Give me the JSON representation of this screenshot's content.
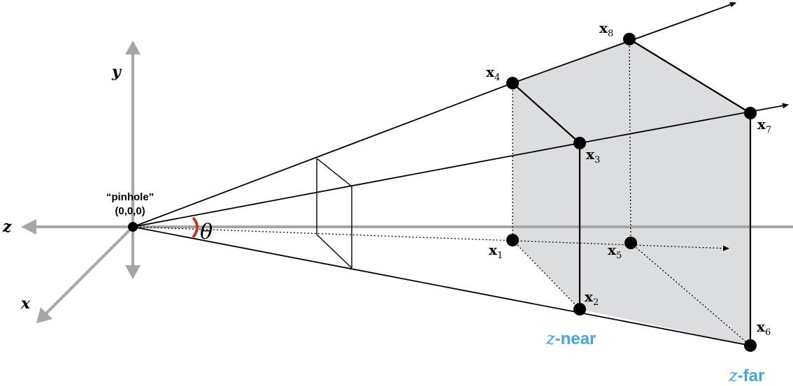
{
  "axes": {
    "x_label": "x",
    "y_label": "y",
    "z_label": "z"
  },
  "pinhole": {
    "label": "“pinhole”",
    "coords": "(0,0,0)"
  },
  "angle_label": "θ",
  "points": [
    {
      "base": "x",
      "sub": "1"
    },
    {
      "base": "x",
      "sub": "2"
    },
    {
      "base": "x",
      "sub": "3"
    },
    {
      "base": "x",
      "sub": "4"
    },
    {
      "base": "x",
      "sub": "5"
    },
    {
      "base": "x",
      "sub": "6"
    },
    {
      "base": "x",
      "sub": "7"
    },
    {
      "base": "x",
      "sub": "8"
    }
  ],
  "planes": {
    "near": {
      "var": "z",
      "word": "-near"
    },
    "far": {
      "var": "z",
      "word": "-far"
    }
  },
  "colors": {
    "axis": "#a6a6a6",
    "frustum_face": "#dcdde1",
    "plane_label": "#4aa3df",
    "angle_arc": "#c0392b"
  }
}
